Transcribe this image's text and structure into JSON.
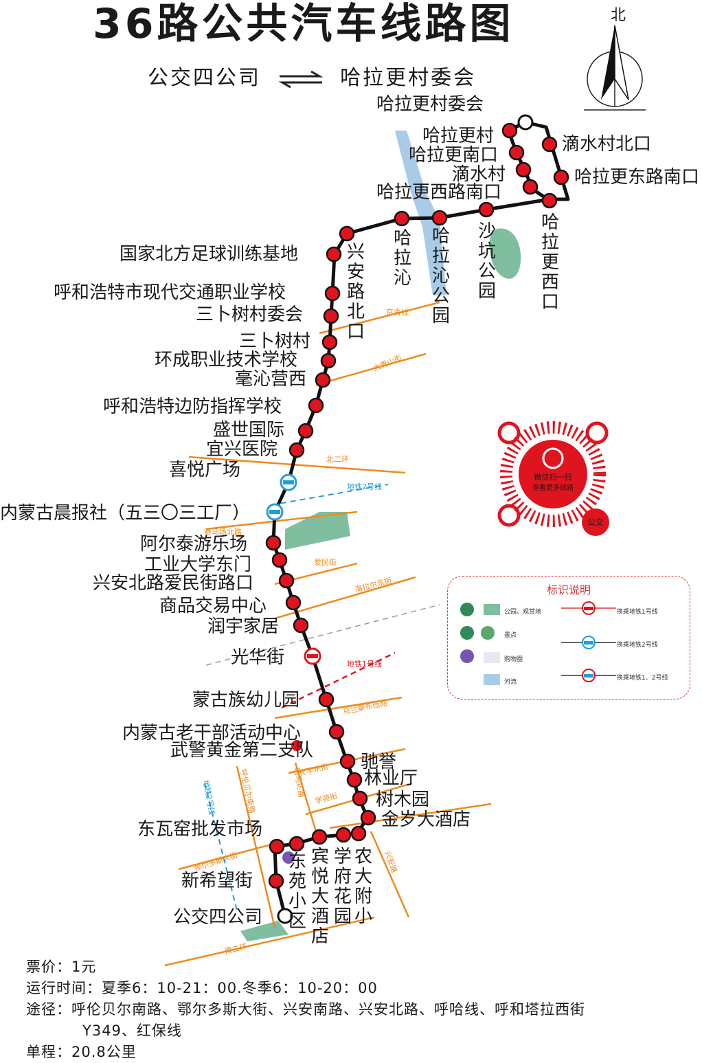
{
  "title": "36路公共汽车线路图",
  "subtitle": {
    "from": "公交四公司",
    "to": "哈拉更村委会"
  },
  "compass_label": "北",
  "stops": [
    "公交四公司",
    "新希望街",
    "东瓦窑批发市场",
    "东苑小区",
    "宾悦大酒店",
    "学府花园",
    "农大附小",
    "金岁大酒店",
    "树木园",
    "林业厅",
    "驰誉",
    "武警黄金第二支队",
    "内蒙古老干部活动中心",
    "蒙古族幼儿园",
    "光华街",
    "润宇家居",
    "商品交易中心",
    "兴安北路爱民街路口",
    "工业大学东门",
    "阿尔泰游乐场",
    "内蒙古晨报社（五三〇三工厂）",
    "喜悦广场",
    "宜兴医院",
    "盛世国际",
    "呼和浩特边防指挥学校",
    "毫沁营西",
    "环成职业技术学校",
    "三卜树村",
    "三卜树村委会",
    "呼和浩特市现代交通职业学校",
    "国家北方足球训练基地",
    "兴安路北口",
    "沙坑公园",
    "哈拉沁公园",
    "哈拉沁",
    "哈拉更西口",
    "哈拉更东路南口",
    "滴水村北口",
    "哈拉更村委会",
    "哈拉更村",
    "哈拉更南口",
    "滴水村",
    "哈拉更西路南口"
  ],
  "roads": [
    "京青线",
    "大青山街",
    "北二环",
    "地铁2号线",
    "赛马场北路",
    "爱民街",
    "海拉尔东街",
    "地铁1号线",
    "乌兰察布西路",
    "大学东街",
    "学苑街",
    "昭乌达路",
    "呼伦贝尔南路",
    "地铁2号线",
    "鄂尔多斯大街",
    "兴安路",
    "南二环"
  ],
  "qr": {
    "line1": "微信扫一扫",
    "line2": "查看更多线路",
    "badge": "公交"
  },
  "legend": {
    "title": "标识说明",
    "items": [
      "公园、观赏地",
      "景点",
      "购物圈",
      "河流",
      "换乘地铁1号线",
      "换乘地铁2号线",
      "换乘地铁1、2号线"
    ]
  },
  "info": {
    "fare_label": "票价：",
    "fare": "1元",
    "hours_label": "运行时间：",
    "hours": "夏季6：10-21：00.冬季6：10-20：00",
    "via_label": "途径：",
    "via_line1": "呼伦贝尔南路、鄂尔多斯大街、兴安南路、兴安北路、呼哈线、呼和塔拉西街",
    "via_line2": "Y349、红保线",
    "length_label": "单程：",
    "length": "20.8公里"
  },
  "colors": {
    "stop": "#e0141e",
    "route": "#111111",
    "road": "#f08a1c",
    "metro1": "#e0141e",
    "metro2": "#1f9fd8",
    "park": "#7fbf9f",
    "river": "#a9cbe8",
    "accent": "#d33"
  }
}
